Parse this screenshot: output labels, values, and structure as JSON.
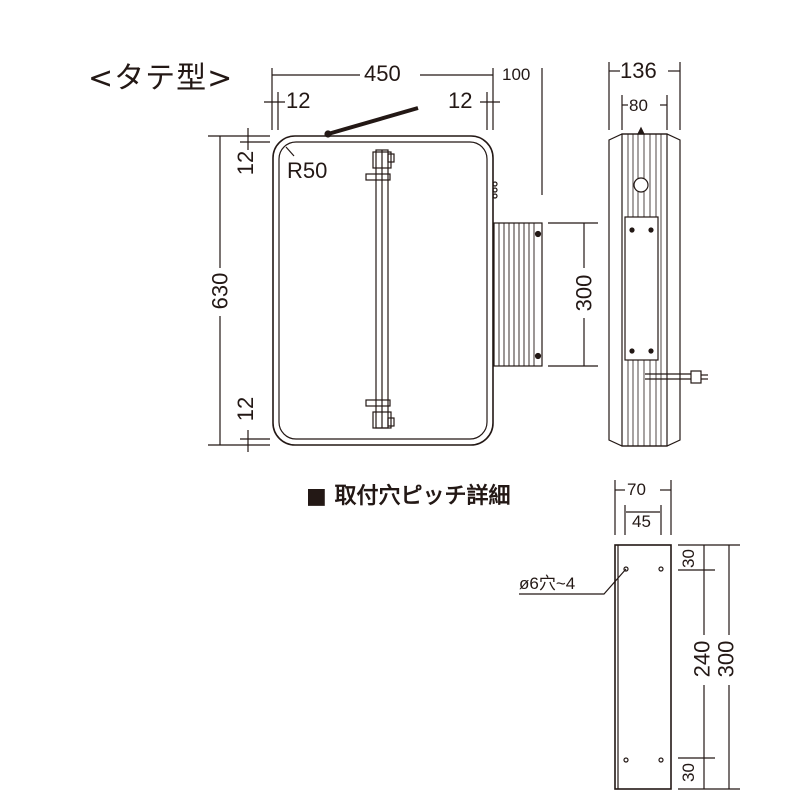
{
  "title": "<タテ型>",
  "front_view": {
    "width_label": "450",
    "margin_left_label": "12",
    "margin_right_label": "12",
    "margin_top_label": "12",
    "margin_bottom_label": "12",
    "height_label": "630",
    "radius_label": "R50",
    "arm_projection_label": "100",
    "bracket_height_label": "300"
  },
  "side_view": {
    "depth_label": "136",
    "inner_label": "80"
  },
  "detail": {
    "heading": "■ 取付穴ピッチ詳細",
    "plate_width_label": "70",
    "hole_pitch_x_label": "45",
    "hole_label": "ø6穴~4",
    "top_offset_label": "30",
    "hole_pitch_y_label": "240",
    "total_height_label": "300",
    "bottom_offset_label": "30"
  }
}
